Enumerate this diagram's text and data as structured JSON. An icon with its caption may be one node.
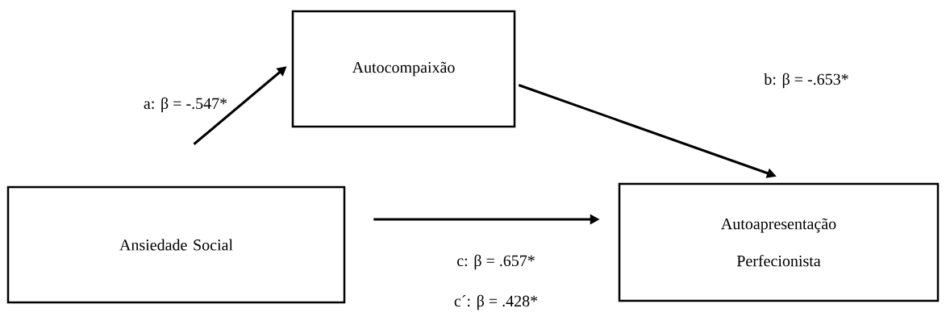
{
  "diagram": {
    "nodes": [
      {
        "text": [
          "Autocompaixão"
        ]
      },
      {
        "text": [
          "Ansiedade Social"
        ]
      },
      {
        "text": [
          "Autoapresentação Perfecionista"
        ]
      }
    ],
    "edges": [
      {
        "from": 1,
        "to": 0,
        "arrow": "to",
        "label": "a: β = -.547*"
      },
      {
        "from": 0,
        "to": 2,
        "arrow": "to",
        "label": "b: β = -.653*"
      },
      {
        "from": 1,
        "to": 2,
        "arrow": "to",
        "label": "c: β = .657*"
      }
    ],
    "labels": [
      "c´: β = .428*"
    ]
  }
}
